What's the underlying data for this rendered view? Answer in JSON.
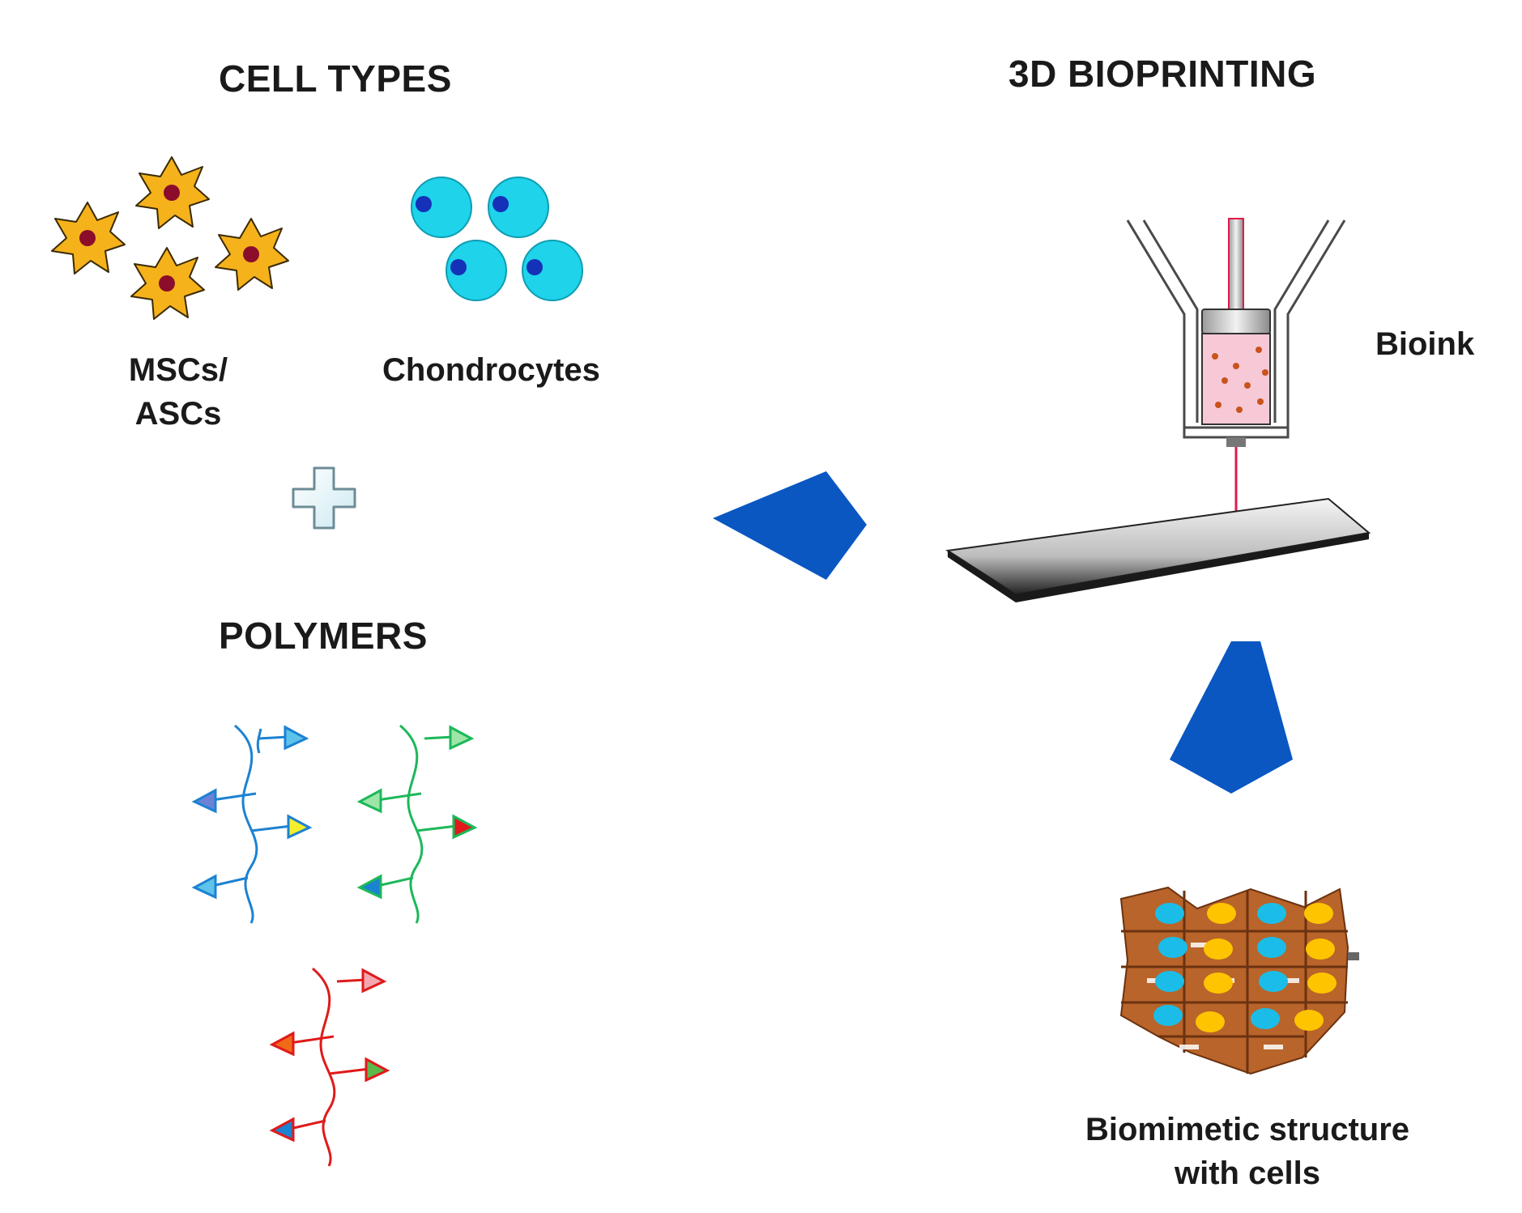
{
  "headings": {
    "cell_types": "CELL TYPES",
    "bioprinting": "3D BIOPRINTING",
    "polymers": "POLYMERS"
  },
  "labels": {
    "mscs_line1": "MSCs/",
    "mscs_line2": "ASCs",
    "chondrocytes": "Chondrocytes",
    "bioink": "Bioink",
    "structure_line1": "Biomimetic structure",
    "structure_line2": "with cells"
  },
  "colors": {
    "msc_cell": "#f5b21b",
    "msc_nucleus": "#8b0d2b",
    "chondrocyte": "#1ed3ea",
    "chondrocyte_nucleus": "#1431b8",
    "arrow": "#0a57c2",
    "polymer_blue": "#1c82d2",
    "polymer_green": "#1cb85a",
    "polymer_red": "#e01a1a",
    "bioink": "#f7c9d6",
    "scaffold": "#b8642a",
    "cell_yellow": "#ffc400",
    "cell_blue": "#1bbde8"
  },
  "icons": [
    "plus-icon",
    "arrow-right-icon",
    "arrow-down-icon",
    "syringe-icon"
  ]
}
